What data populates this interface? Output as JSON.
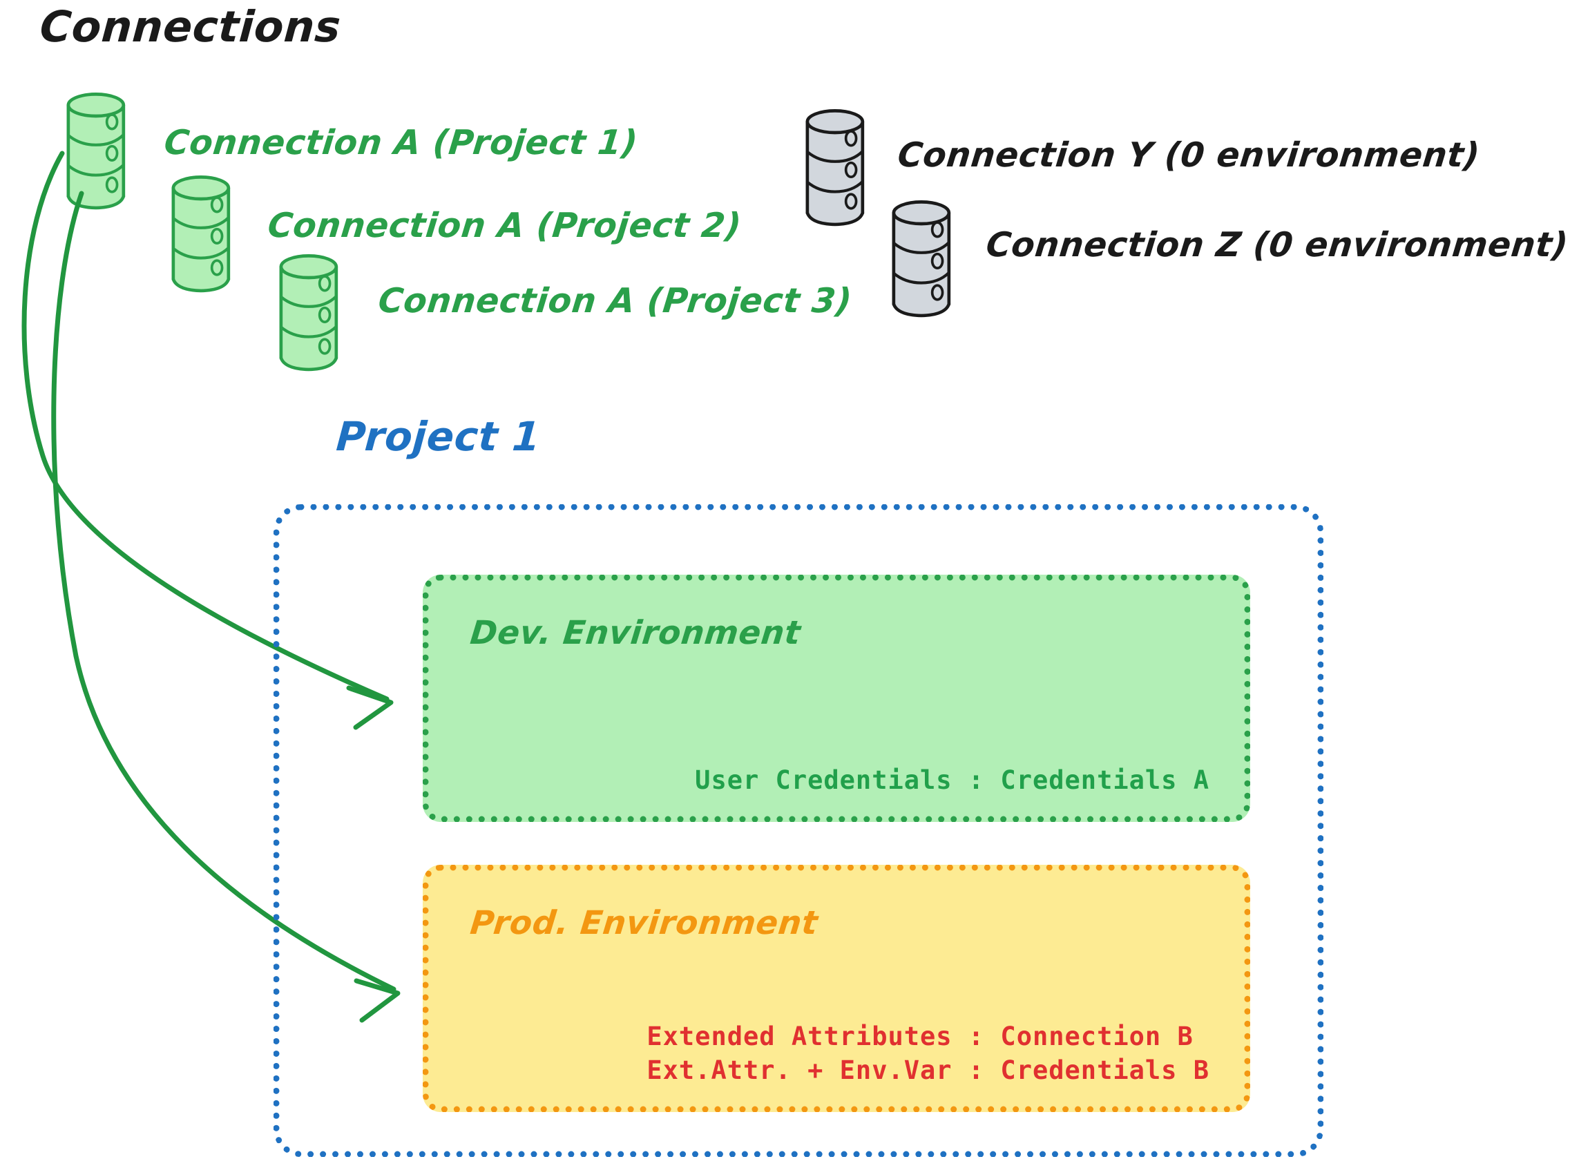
{
  "diagram": {
    "title": "Connections",
    "project_title": "Project 1",
    "colors": {
      "green_stroke": "#2aa04a",
      "green_fill": "#b2efb6",
      "grey_fill": "#d2d7dd",
      "black": "#1a1a1a",
      "blue": "#1f71c2",
      "orange": "#f39711",
      "yellow_fill": "#fdeb93",
      "red": "#e03030",
      "background": "#ffffff"
    }
  },
  "connections": {
    "green": [
      {
        "label": "Connection A (Project 1)",
        "icon": "database-cylinder-icon",
        "color": "green"
      },
      {
        "label": "Connection A (Project 2)",
        "icon": "database-cylinder-icon",
        "color": "green"
      },
      {
        "label": "Connection A (Project 3)",
        "icon": "database-cylinder-icon",
        "color": "green"
      }
    ],
    "grey": [
      {
        "label": "Connection Y (0 environment)",
        "icon": "database-cylinder-icon",
        "color": "grey"
      },
      {
        "label": "Connection Z (0 environment)",
        "icon": "database-cylinder-icon",
        "color": "grey"
      }
    ]
  },
  "project": {
    "title": "Project 1",
    "environments": [
      {
        "name": "Dev. Environment",
        "accent": "#2aa04a",
        "fill": "#b2efb6",
        "rows": [
          {
            "text": "User Credentials : Credentials A",
            "color": "#21a04b"
          }
        ]
      },
      {
        "name": "Prod. Environment",
        "accent": "#f39711",
        "fill": "#fdeb93",
        "rows": [
          {
            "text": "Extended Attributes : Connection B",
            "color": "#e03030"
          },
          {
            "text": "Ext.Attr. + Env.Var : Credentials B",
            "color": "#e03030"
          }
        ]
      }
    ]
  },
  "arrows": [
    {
      "name": "arrow-connection-a-to-dev",
      "from": "Connection A (Project 1)",
      "to": "Dev. Environment",
      "color": "#2aa04a"
    },
    {
      "name": "arrow-connection-a-to-prod",
      "from": "Connection A (Project 1)",
      "to": "Prod. Environment",
      "color": "#2aa04a"
    }
  ]
}
